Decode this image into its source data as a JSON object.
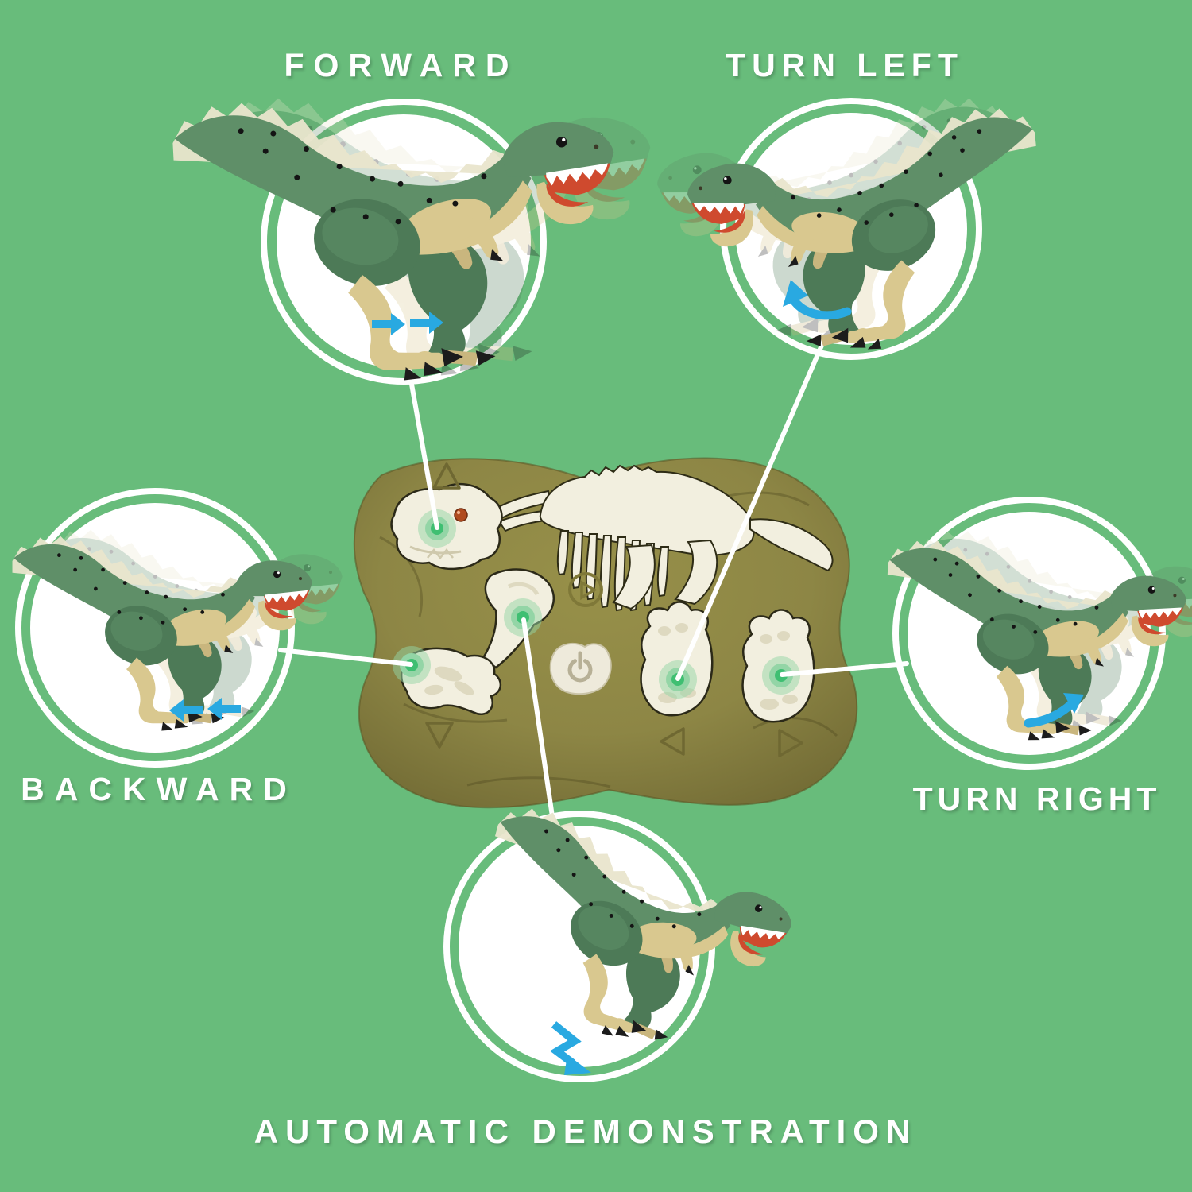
{
  "page": {
    "type": "product-feature-diagram",
    "subject": "remote-control walking raptor dinosaur toy with fossil-bone shaped controller"
  },
  "labels": {
    "forward": {
      "text": "FORWARD"
    },
    "turn_left": {
      "text": "TURN LEFT"
    },
    "backward": {
      "text": "BACKWARD"
    },
    "turn_right": {
      "text": "TURN RIGHT"
    },
    "auto_demo": {
      "text": "AUTOMATIC DEMONSTRATION"
    }
  },
  "colors": {
    "background": "#68bc7b",
    "label_text": "#ffffff",
    "arrow_blue": "#29a9e1",
    "remote_body": "#8d8645",
    "remote_body_dark": "#6f6833",
    "button_cream": "#f2efdf",
    "button_outline": "#2b2918",
    "glow_green": "#3fbf72",
    "glow_ring": "#93d5a6",
    "eye_red": "#b04a1e",
    "circle_white": "#ffffff",
    "dino_green": "#5f8f68",
    "dino_green_dark": "#4d7a57",
    "dino_belly": "#d9c88f",
    "mouth_red": "#cf4a2e",
    "claw_black": "#1c1c1c"
  },
  "remote": {
    "shape": "bone-shaped controller with fossil buttons",
    "buttons": [
      {
        "name": "skull-button",
        "marking": "up-triangle",
        "function_label": "FORWARD"
      },
      {
        "name": "claw-hand-button",
        "marking": "down-triangle",
        "function_label": "BACKWARD"
      },
      {
        "name": "bone-button",
        "marking": "play-symbol",
        "function_label": "AUTOMATIC DEMONSTRATION"
      },
      {
        "name": "left-foot-button",
        "marking": "left-triangle",
        "function_label": "TURN LEFT"
      },
      {
        "name": "right-foot-button",
        "marking": "right-triangle",
        "function_label": "TURN RIGHT"
      },
      {
        "name": "power-button",
        "marking": "power-symbol",
        "function_label": ""
      }
    ]
  },
  "callouts": [
    {
      "from": "forward-circle",
      "to": "skull-button"
    },
    {
      "from": "turn-left-circle",
      "to": "left-foot-button"
    },
    {
      "from": "backward-circle",
      "to": "claw-hand-button"
    },
    {
      "from": "turn-right-circle",
      "to": "right-foot-button"
    },
    {
      "from": "auto-demo-circle",
      "to": "bone-button"
    }
  ],
  "motion_arrows": {
    "forward": "two-right-arrows",
    "backward": "two-left-arrows",
    "turn_left": "curved-arrow-counterclockwise",
    "turn_right": "curved-arrow-clockwise",
    "auto_demo": "zigzag-arrow-down-right"
  }
}
